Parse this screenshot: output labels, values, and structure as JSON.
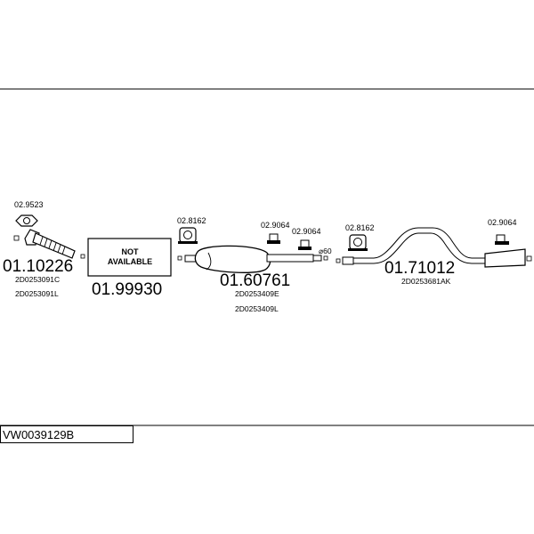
{
  "parts": {
    "p1_main": "01.10226",
    "p1_ref1": "2D0253091C",
    "p1_ref2": "2D0253091L",
    "p1_gasket": "02.9523",
    "na_line1": "NOT",
    "na_line2": "AVAILABLE",
    "p2_main": "01.99930",
    "hanger_a": "02.8162",
    "hanger_b": "02.9064",
    "hanger_c": "02.9064",
    "hanger_d": "02.8162",
    "hanger_e": "02.9064",
    "diameter": "⌀60",
    "p3_main": "01.60761",
    "p3_ref1": "2D0253409E",
    "p3_ref2": "2D0253409L",
    "p4_main": "01.71012",
    "p4_ref1": "2D0253681AK"
  },
  "footer": {
    "code": "VW0039129B"
  },
  "colors": {
    "line": "#000000",
    "background": "#ffffff"
  }
}
